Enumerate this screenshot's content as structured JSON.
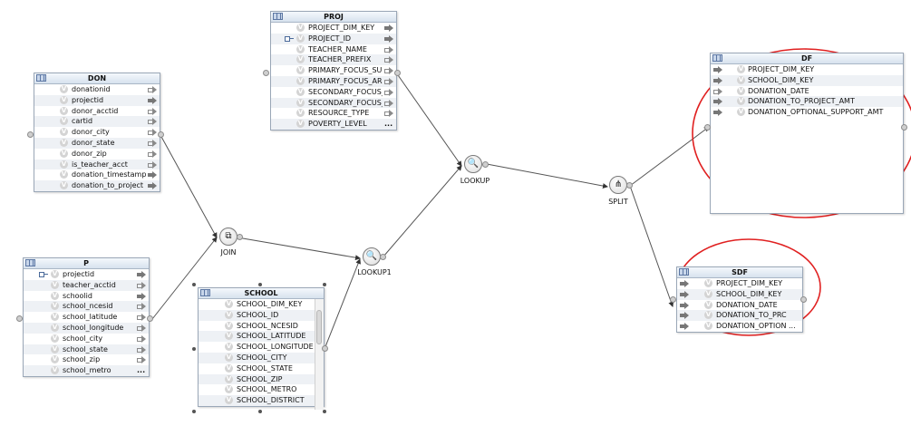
{
  "tables": {
    "don": {
      "title": "DON",
      "rows": [
        "donationid",
        "projectid",
        "donor_acctid",
        "cartid",
        "donor_city",
        "donor_state",
        "donor_zip",
        "is_teacher_acct",
        "donation_timestamp",
        "donation_to_project"
      ]
    },
    "p": {
      "title": "P",
      "rows": [
        "projectid",
        "teacher_acctid",
        "schoolid",
        "school_ncesid",
        "school_latitude",
        "school_longitude",
        "school_city",
        "school_state",
        "school_zip",
        "school_metro"
      ],
      "more": "..."
    },
    "proj": {
      "title": "PROJ",
      "rows": [
        "PROJECT_DIM_KEY",
        "PROJECT_ID",
        "TEACHER_NAME",
        "TEACHER_PREFIX",
        "PRIMARY_FOCUS_SUBJECT",
        "PRIMARY_FOCUS_AREA",
        "SECONDARY_FOCUS_SUBJECT",
        "SECONDARY_FOCUS_AREA",
        "RESOURCE_TYPE",
        "POVERTY_LEVEL"
      ],
      "more": "..."
    },
    "school": {
      "title": "SCHOOL",
      "rows": [
        "SCHOOL_DIM_KEY",
        "SCHOOL_ID",
        "SCHOOL_NCESID",
        "SCHOOL_LATITUDE",
        "SCHOOL_LONGITUDE",
        "SCHOOL_CITY",
        "SCHOOL_STATE",
        "SCHOOL_ZIP",
        "SCHOOL_METRO",
        "SCHOOL_DISTRICT"
      ]
    },
    "df": {
      "title": "DF",
      "rows": [
        "PROJECT_DIM_KEY",
        "SCHOOL_DIM_KEY",
        "DONATION_DATE",
        "DONATION_TO_PROJECT_AMT",
        "DONATION_OPTIONAL_SUPPORT_AMT"
      ]
    },
    "sdf": {
      "title": "SDF",
      "rows": [
        "PROJECT_DIM_KEY",
        "SCHOOL_DIM_KEY",
        "DONATION_DATE",
        "DONATION_TO_PRC",
        "DONATION_OPTION ..."
      ]
    }
  },
  "operators": {
    "join": "JOIN",
    "lookup1": "LOOKUP1",
    "lookup": "LOOKUP",
    "split": "SPLIT"
  },
  "colors": {
    "header": "#d7e2ee",
    "border": "#9aa7b7",
    "highlight": "#e02020",
    "link": "#555555"
  },
  "icons": {
    "table": "table-grid-icon",
    "key": "primary-key-icon",
    "join": "join-icon",
    "lookup": "magnifier-icon",
    "split": "split-icon"
  }
}
